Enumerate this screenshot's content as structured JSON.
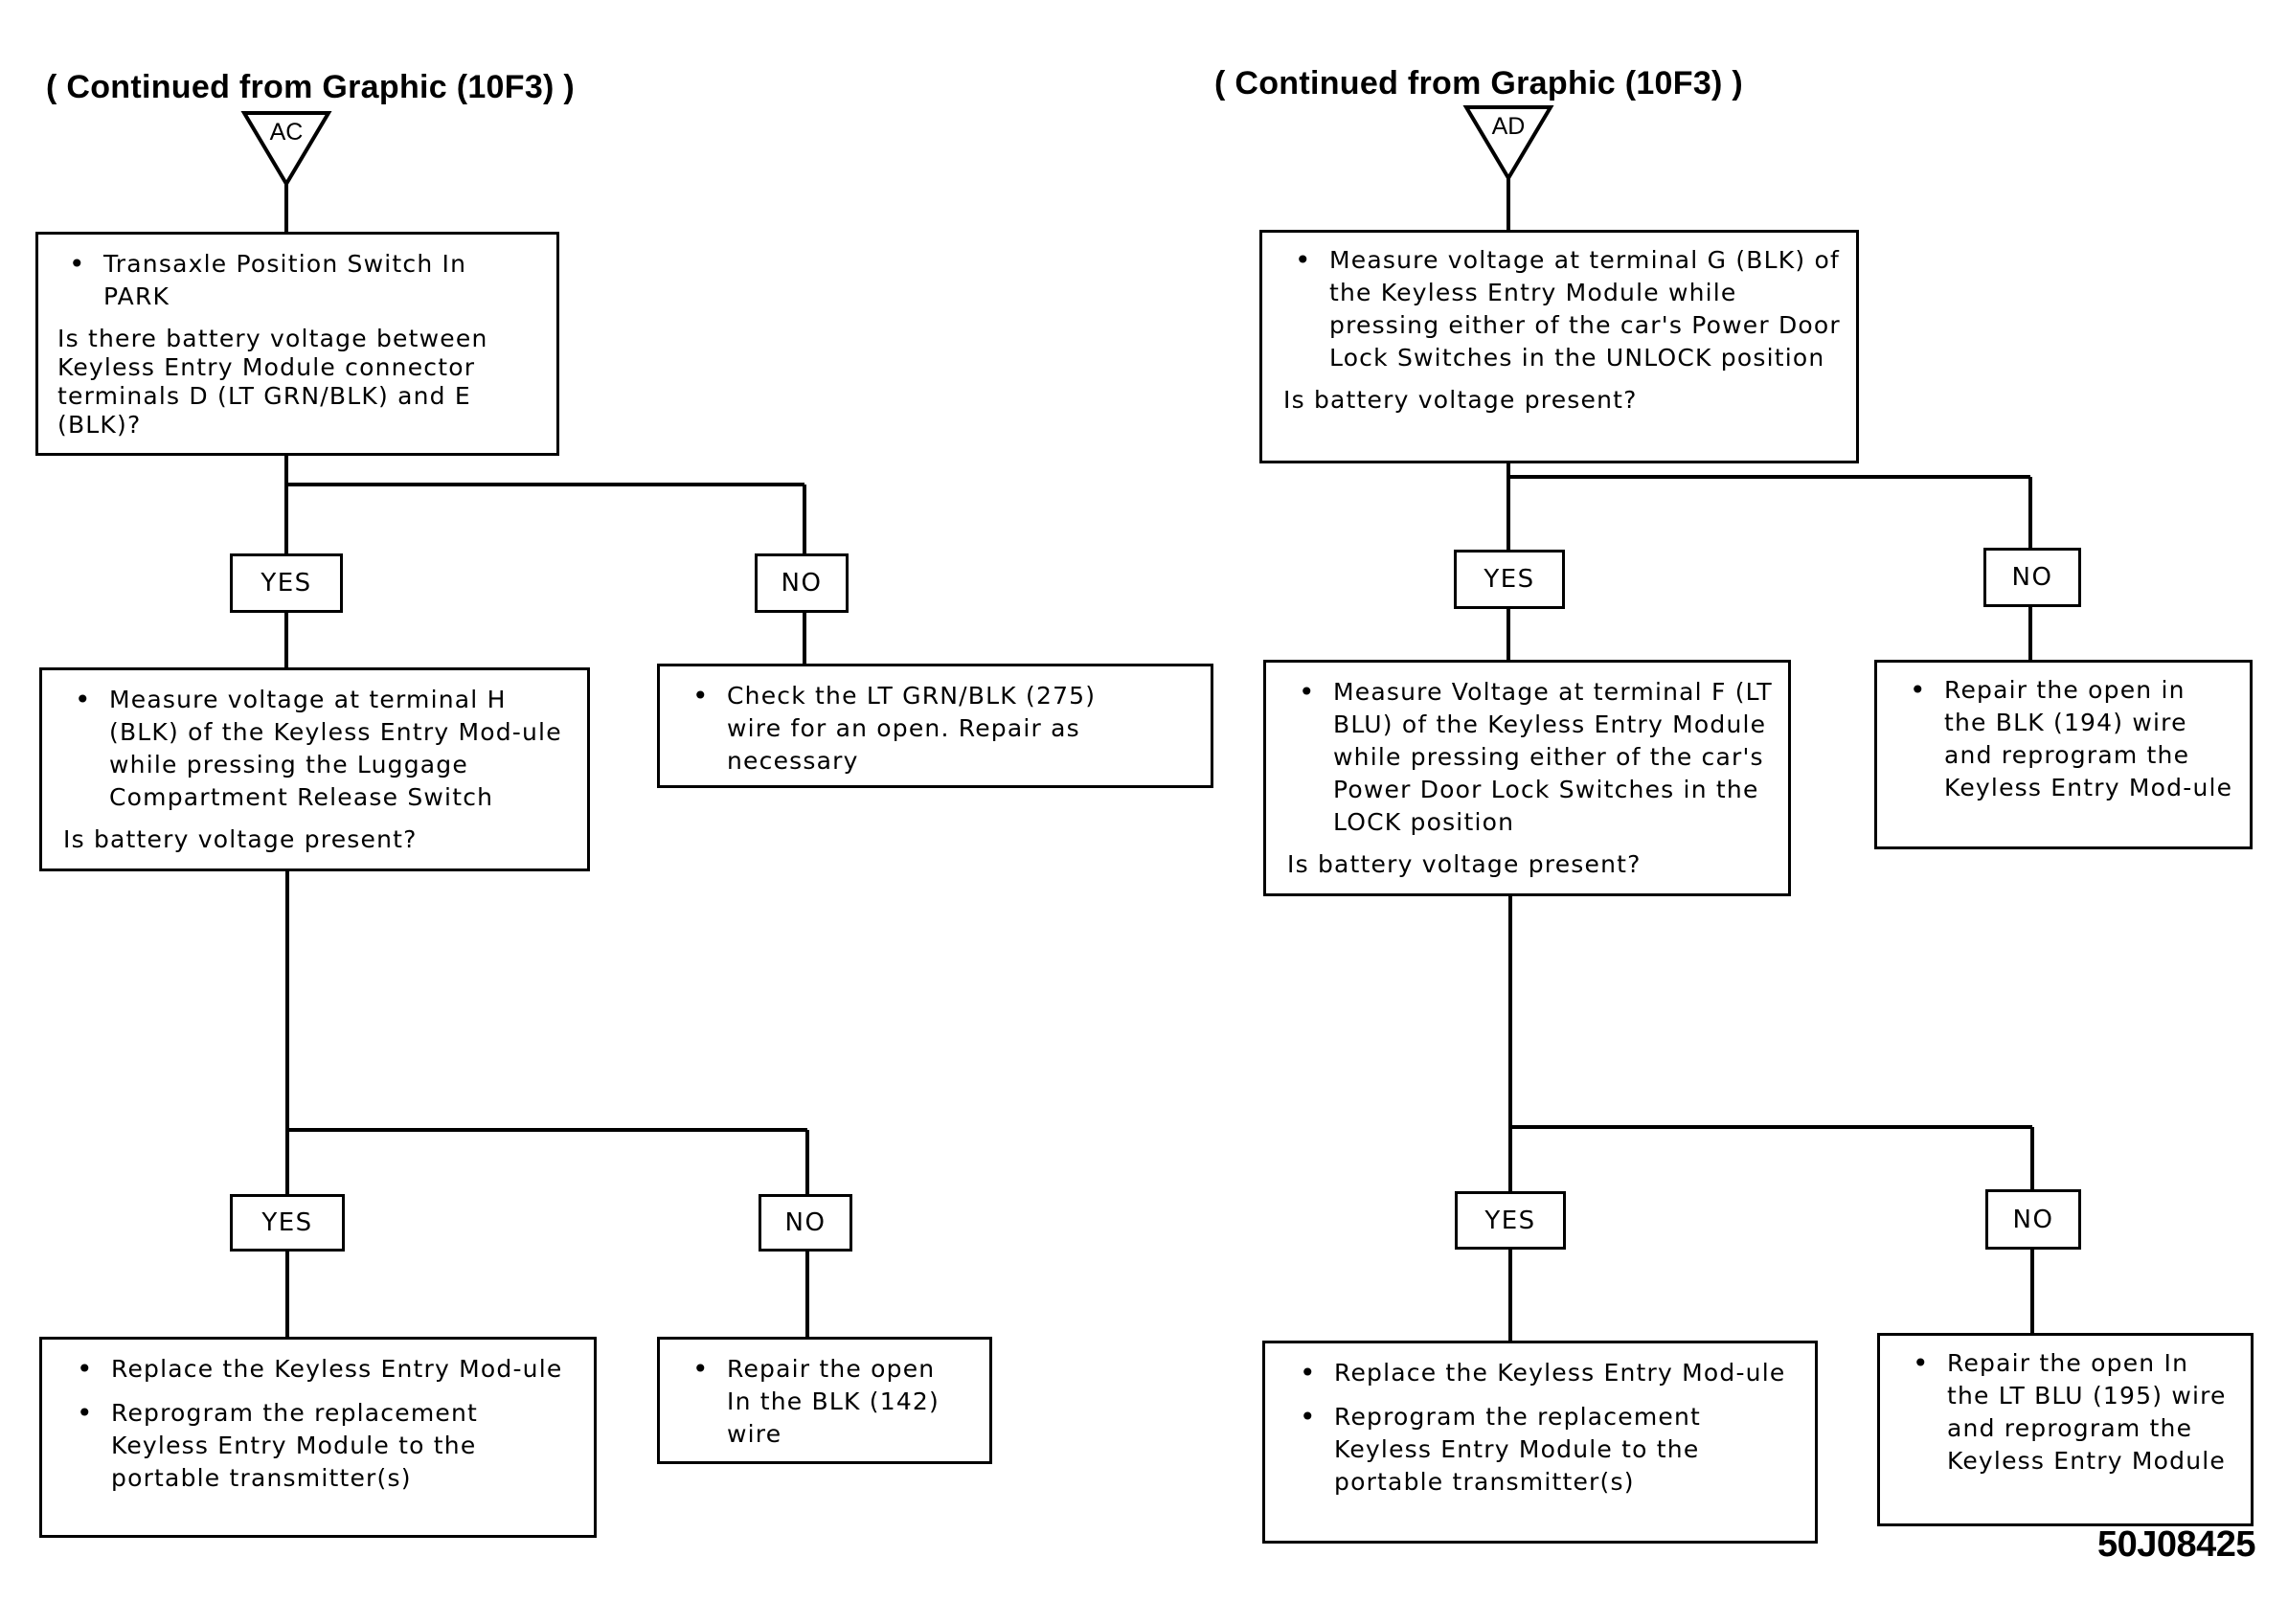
{
  "left": {
    "header": "( Continued from Graphic (10F3) )",
    "connector": "AC",
    "start": {
      "step": "Transaxle Position Switch In PARK",
      "question": "Is there battery voltage between Keyless Entry Module connector terminals D (LT GRN/BLK) and E (BLK)?"
    },
    "yes1_label": "YES",
    "no1_label": "NO",
    "yes1": {
      "step": "Measure voltage at terminal H (BLK) of the Keyless Entry Mod-ule while pressing the Luggage Compartment Release Switch",
      "question": "Is battery voltage present?"
    },
    "no1": {
      "step": "Check the LT GRN/BLK (275) wire for an open. Repair as necessary"
    },
    "yes2_label": "YES",
    "no2_label": "NO",
    "yes2": {
      "step1": "Replace the Keyless Entry Mod-ule",
      "step2": "Reprogram the replacement Keyless Entry Module to the portable transmitter(s)"
    },
    "no2": {
      "step": "Repair the open In the BLK (142) wire"
    }
  },
  "right": {
    "header": "( Continued from Graphic (10F3) )",
    "connector": "AD",
    "start": {
      "step": "Measure voltage at terminal G (BLK) of the Keyless Entry Module while pressing either of the car's Power Door Lock Switches in the UNLOCK position",
      "question": "Is battery voltage present?"
    },
    "yes1_label": "YES",
    "no1_label": "NO",
    "yes1": {
      "step": "Measure Voltage at terminal F (LT BLU) of the Keyless Entry Module while pressing either of the car's Power Door Lock Switches in the LOCK position",
      "question": "Is battery voltage present?"
    },
    "no1": {
      "step": "Repair the open in the BLK (194) wire and reprogram the Keyless Entry Mod-ule"
    },
    "yes2_label": "YES",
    "no2_label": "NO",
    "yes2": {
      "step1": "Replace the Keyless Entry Mod-ule",
      "step2": "Reprogram the replacement Keyless Entry Module to the portable transmitter(s)"
    },
    "no2": {
      "step": "Repair the open In the LT BLU (195) wire and reprogram the Keyless Entry Module"
    }
  },
  "figure_code": "50J08425"
}
